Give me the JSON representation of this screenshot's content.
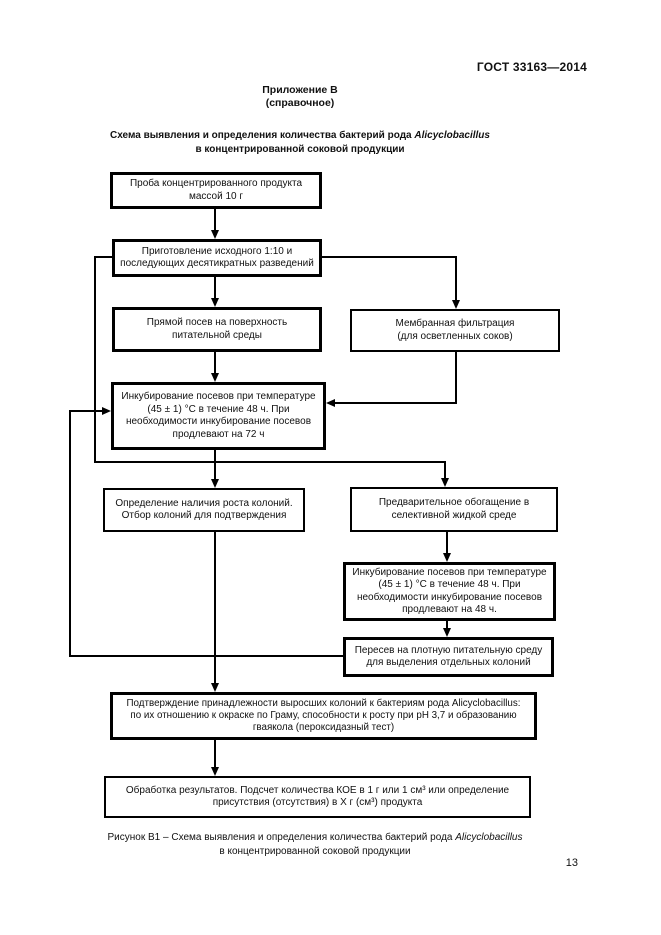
{
  "header": {
    "doc_number": "ГОСТ 33163—2014"
  },
  "appendix": {
    "line1": "Приложение В",
    "line2": "(справочное)"
  },
  "title": {
    "line1_prefix": "Схема выявления и определения количества бактерий рода ",
    "line1_italic": "Alicyclobacillus",
    "line2": "в концентрированной соковой продукции"
  },
  "flowchart": {
    "boxes": [
      {
        "id": "sample",
        "text": "Проба концентрированного продукта\nмассой 10 г"
      },
      {
        "id": "dilutions",
        "text": "Приготовление исходного 1:10 и\nпоследующих десятикратных разведений"
      },
      {
        "id": "direct-plating",
        "text": "Прямой посев на поверхность\nпитательной среды"
      },
      {
        "id": "membrane-filtration",
        "text": "Мембранная фильтрация\n(для осветленных соков)"
      },
      {
        "id": "incubation-72h",
        "text": "Инкубирование посевов при температуре\n(45 ± 1) °С в течение 48 ч. При\nнеобходимости инкубирование посевов\nпродлевают на 72 ч"
      },
      {
        "id": "colony-growth-check",
        "text": "Определение наличия роста колоний.\nОтбор колоний для подтверждения"
      },
      {
        "id": "selective-enrichment",
        "text": "Предварительное обогащение в\nселективной жидкой среде"
      },
      {
        "id": "incubation-48h",
        "text": "Инкубирование посевов при температуре\n(45 ± 1) °С в течение 48 ч. При\nнеобходимости инкубирование посевов\nпродлевают на 48 ч."
      },
      {
        "id": "subculture",
        "text": "Пересев на плотную питательную среду\nдля выделения отдельных колоний"
      },
      {
        "id": "confirmation",
        "text": "Подтверждение принадлежности выросших колоний к бактериям рода Alicyclobacillus:\nпо их отношению к окраске по Граму, способности к росту при рН 3,7 и образованию\nгваякола (пероксидазный тест)"
      },
      {
        "id": "results",
        "text": "Обработка результатов. Подсчет количества КОЕ в 1 г или 1 см³ или определение\nприсутствия (отсутствия) в Х г (см³) продукта"
      }
    ]
  },
  "caption": {
    "line1_prefix": "Рисунок В1 – Схема выявления и определения количества бактерий рода ",
    "line1_italic": "Alicyclobacillus",
    "line2": "в концентрированной соковой продукции"
  },
  "footer": {
    "page_number": "13"
  },
  "colors": {
    "ink": "#111111",
    "line": "#000000",
    "paper": "#ffffff"
  }
}
